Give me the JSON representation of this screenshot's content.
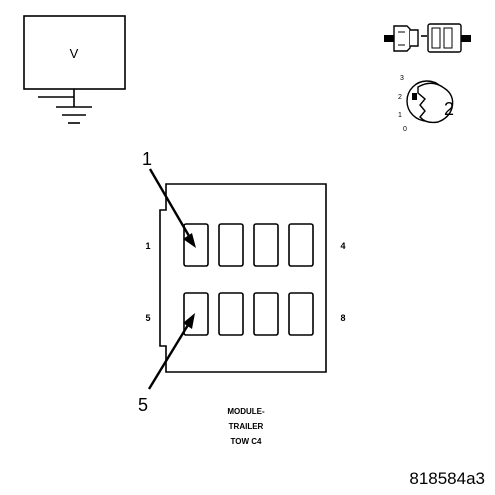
{
  "voltmeter": {
    "symbol": "V"
  },
  "ignition_switch": {
    "positions": [
      "3",
      "2",
      "1",
      "0"
    ],
    "selected": "2"
  },
  "connector": {
    "pin_labels": {
      "top_left": "1",
      "top_right": "4",
      "bottom_left": "5",
      "bottom_right": "8"
    },
    "callouts": [
      "1",
      "5"
    ],
    "caption_lines": [
      "MODULE-",
      "TRAILER",
      "TOW C4"
    ]
  },
  "figure_id": "818584a3"
}
